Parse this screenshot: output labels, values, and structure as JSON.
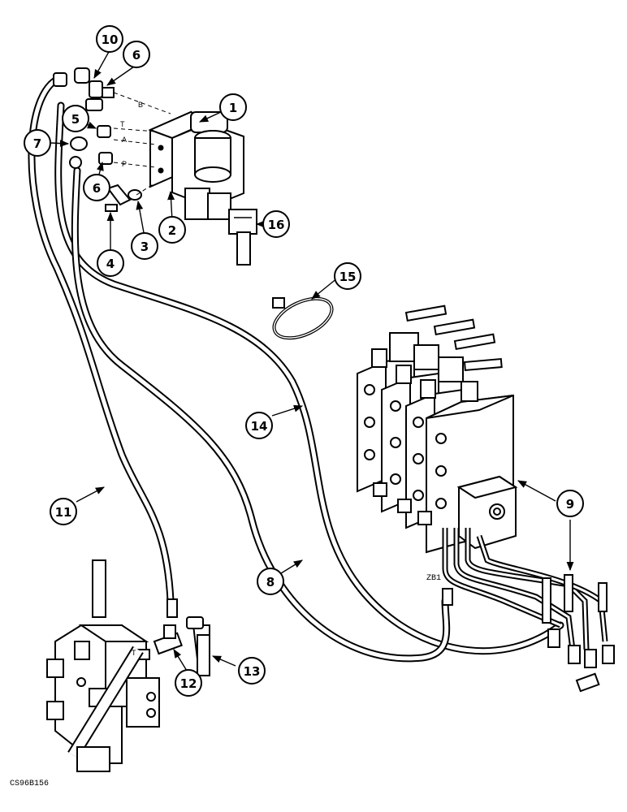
{
  "callouts": [
    {
      "label": "1"
    },
    {
      "label": "2"
    },
    {
      "label": "3"
    },
    {
      "label": "4"
    },
    {
      "label": "5"
    },
    {
      "label": "6"
    },
    {
      "label": "6"
    },
    {
      "label": "7"
    },
    {
      "label": "8"
    },
    {
      "label": "9"
    },
    {
      "label": "10"
    },
    {
      "label": "11"
    },
    {
      "label": "12"
    },
    {
      "label": "13"
    },
    {
      "label": "14"
    },
    {
      "label": "15"
    },
    {
      "label": "16"
    }
  ],
  "port_labels": {
    "b": "B",
    "t_upper": "T",
    "a": "A",
    "p": "P",
    "t_lower": "T"
  },
  "valve_marking": "ZB1",
  "drawing_code": "CS96B156"
}
